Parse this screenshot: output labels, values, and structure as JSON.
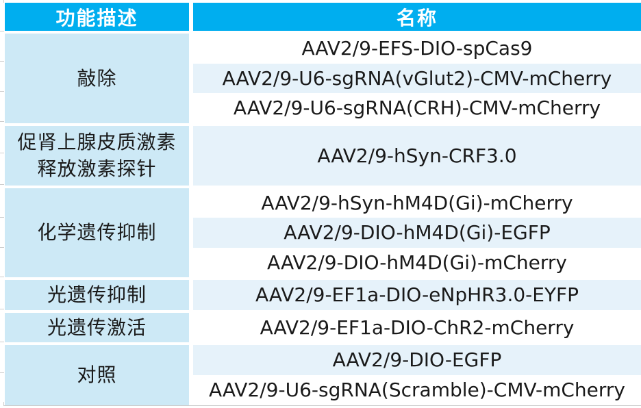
{
  "table": {
    "header": {
      "col1": "功能描述",
      "col2": "名称"
    },
    "groups": [
      {
        "label": "敲除",
        "rows": [
          "AAV2/9-EFS-DIO-spCas9",
          "AAV2/9-U6-sgRNA(vGlut2)-CMV-mCherry",
          "AAV2/9-U6-sgRNA(CRH)-CMV-mCherry"
        ]
      },
      {
        "label": "促肾上腺皮质激素\n释放激素探针",
        "rows": [
          "AAV2/9-hSyn-CRF3.0"
        ]
      },
      {
        "label": "化学遗传抑制",
        "rows": [
          "AAV2/9-hSyn-hM4D(Gi)-mCherry",
          "AAV2/9-DIO-hM4D(Gi)-EGFP",
          "AAV2/9-DIO-hM4D(Gi)-mCherry"
        ]
      },
      {
        "label": "光遗传抑制",
        "rows": [
          "AAV2/9-EF1a-DIO-eNpHR3.0-EYFP"
        ]
      },
      {
        "label": "光遗传激活",
        "rows": [
          "AAV2/9-EF1a-DIO-ChR2-mCherry"
        ]
      },
      {
        "label": "对照",
        "rows": [
          "AAV2/9-DIO-EGFP",
          "AAV2/9-U6-sgRNA(Scramble)-CMV-mCherry"
        ]
      }
    ],
    "colors": {
      "header_bg": "#00aeef",
      "header_text": "#ffffff",
      "label_cell_bg": "#cde9f6",
      "row_alt_bg": "#e6f2fa",
      "row_bg": "#ffffff",
      "body_text": "#1a1a1a",
      "gridline": "#cdcdcd"
    }
  }
}
